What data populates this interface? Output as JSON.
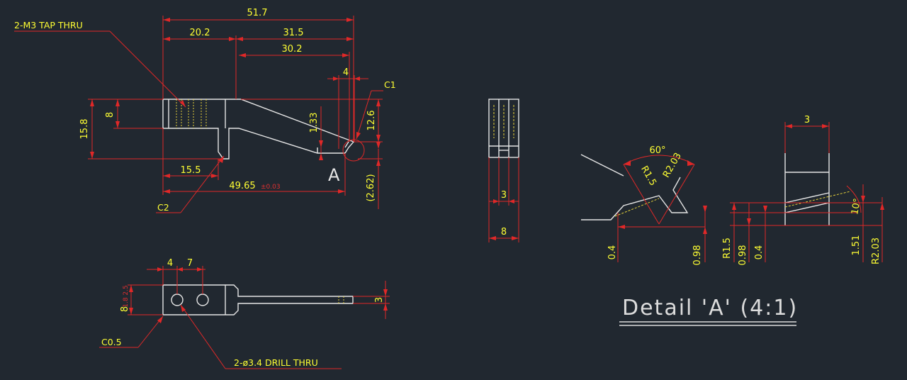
{
  "annotations": {
    "tap_thru": "2-M3 TAP THRU",
    "drill_thru": "2-ø3.4 DRILL THRU",
    "chamfer_c1": "C1",
    "chamfer_c2": "C2",
    "chamfer_c05": "C0.5",
    "detail_callout": "A"
  },
  "front_view": {
    "overall_length": "51.7",
    "left_length": "20.2",
    "right_length": "31.5",
    "taper_length": "30.2",
    "tip_width": "4",
    "slot_height": "8",
    "overall_height": "15.8",
    "taper_height": "1.33",
    "right_height": "12.6",
    "step_length": "15.5",
    "tip_length": "49.65",
    "tip_length_tol": "±0.03",
    "tip_ref": "(2.62)"
  },
  "side_view": {
    "inner_width": "3",
    "outer_width": "8"
  },
  "top_view": {
    "hole_offset": "4",
    "hole_pitch": "7",
    "small_dims": "1.8 2.5",
    "width": "8",
    "tip_width": "3"
  },
  "detail_a": {
    "angle": "60°",
    "radius_15": "R1.5",
    "radius_203": "R2.03",
    "dim_04": "0.4",
    "dim_098": "0.98",
    "width_3": "3",
    "r15_b": "R1.5",
    "dim_098_b": "0.98",
    "dim_04_b": "0.4",
    "angle_10": "10°",
    "dim_151": "1.51",
    "r203_b": "R2.03",
    "title": "Detail 'A' (4:1)"
  }
}
